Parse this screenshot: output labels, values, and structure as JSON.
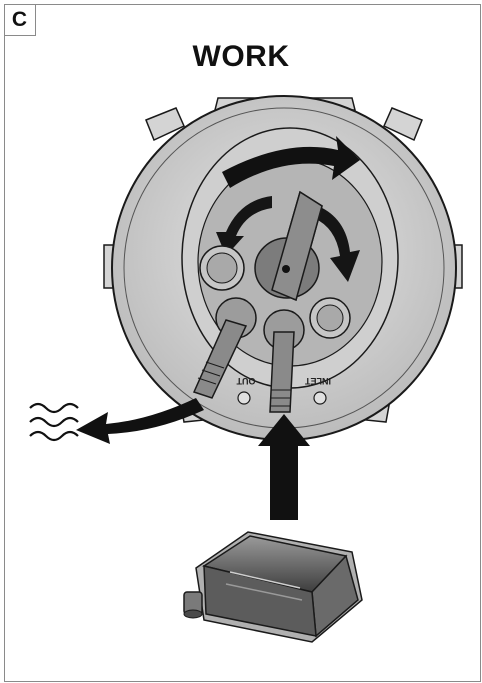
{
  "panel": {
    "label": "C"
  },
  "title": "WORK",
  "device": {
    "port_labels": [
      "OUT",
      "INLET"
    ],
    "icons": [
      "water-waves-icon",
      "flow-arrow-icon",
      "rotate-arrow-icon"
    ]
  },
  "colors": {
    "line": "#1a1a1a",
    "body_light": "#d9d9d9",
    "body_mid": "#b9b9b9",
    "body_dark": "#8e8e8e",
    "knob": "#8a8a8a",
    "arrow": "#111111"
  }
}
